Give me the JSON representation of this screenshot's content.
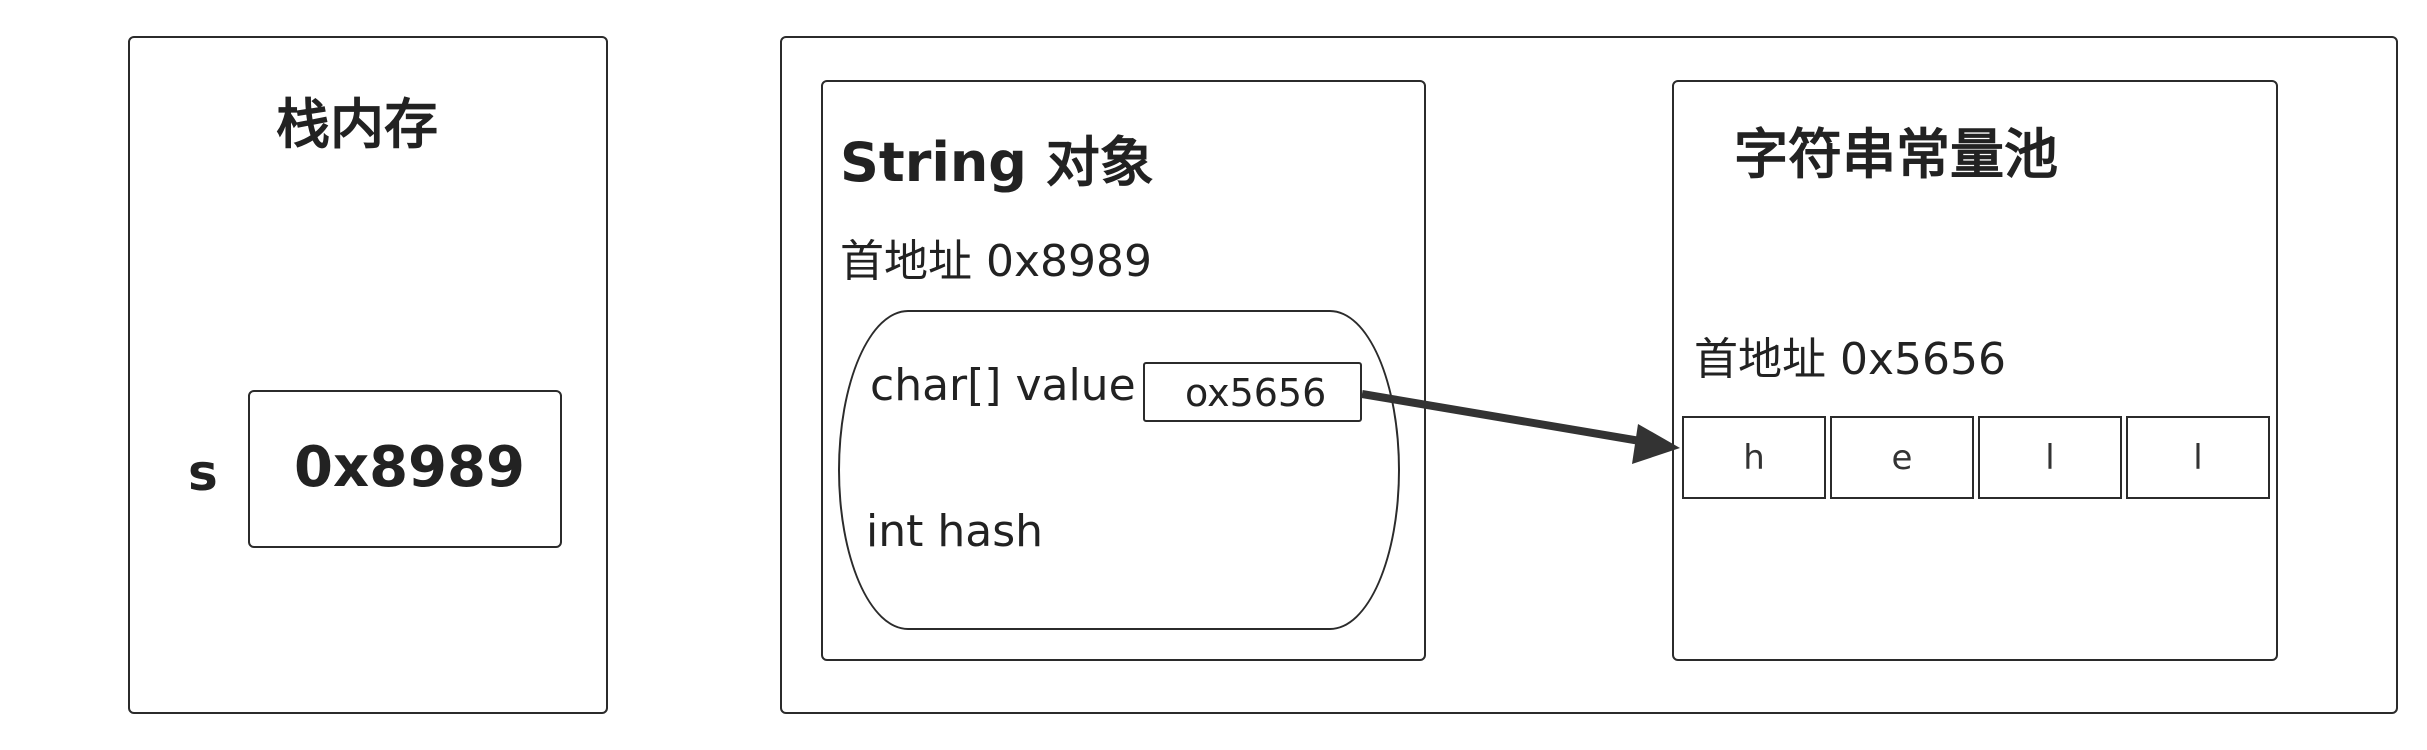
{
  "stack": {
    "title": "栈内存",
    "var_label": "s",
    "ref_value": "0x8989"
  },
  "string_object": {
    "title": "String 对象",
    "address": "首地址 0x8989",
    "field_char": "char[] value",
    "field_char_value": "ox5656",
    "field_hash": "int hash"
  },
  "pool": {
    "title": "字符串常量池",
    "address": "首地址 0x5656",
    "chars": [
      "h",
      "e",
      "l",
      "l"
    ]
  }
}
